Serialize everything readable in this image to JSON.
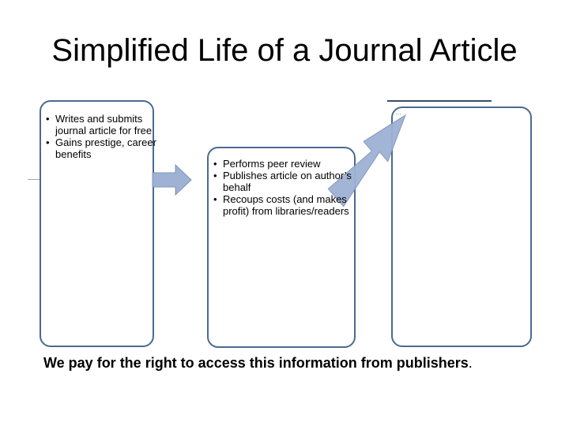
{
  "title": "Simplified Life of a Journal Article",
  "author_box": {
    "items": [
      "Writes and submits journal article for free",
      "Gains prestige, career benefits"
    ]
  },
  "publisher_box": {
    "items": [
      "Performs peer review",
      "Publishes article on author’s behalf",
      "Recoups costs (and makes profit) from libraries/readers"
    ]
  },
  "caption": {
    "bold_text": "We pay for the right to access this information from publishers",
    "trailing": "."
  },
  "colors": {
    "box_border": "#4a6a90",
    "arrow_fill": "#9fb2d4",
    "arrow_stroke": "#7f94b8"
  }
}
